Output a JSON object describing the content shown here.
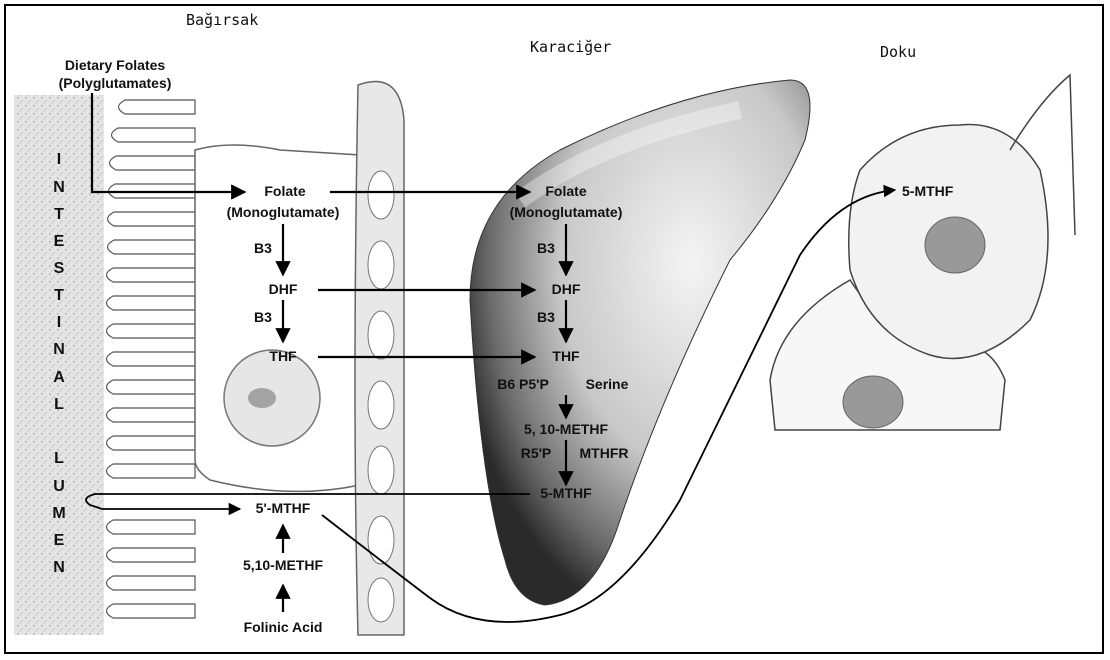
{
  "regions": {
    "intestine": "Bağırsak",
    "liver": "Karaciğer",
    "tissue": "Doku"
  },
  "lumen_letters": [
    "I",
    "N",
    "T",
    "E",
    "S",
    "T",
    "I",
    "N",
    "A",
    "L",
    "L",
    "U",
    "M",
    "E",
    "N"
  ],
  "intestine": {
    "dietary_line1": "Dietary Folates",
    "dietary_line2": "(Polyglutamates)",
    "folate": "Folate",
    "monoglutamate": "(Monoglutamate)",
    "b3_first": "B3",
    "dhf": "DHF",
    "b3_second": "B3",
    "thf": "THF",
    "mthf": "5'-MTHF",
    "methf": "5,10-METHF",
    "folinic": "Folinic Acid"
  },
  "liver": {
    "folate": "Folate",
    "monoglutamate": "(Monoglutamate)",
    "b3_first": "B3",
    "dhf": "DHF",
    "b3_second": "B3",
    "thf": "THF",
    "b6": "B6 P5'P",
    "serine": "Serine",
    "methf": "5, 10-METHF",
    "r5p": "R5'P",
    "mthfr": "MTHFR",
    "mthf": "5-MTHF"
  },
  "tissue": {
    "mthf": "5-MTHF"
  }
}
